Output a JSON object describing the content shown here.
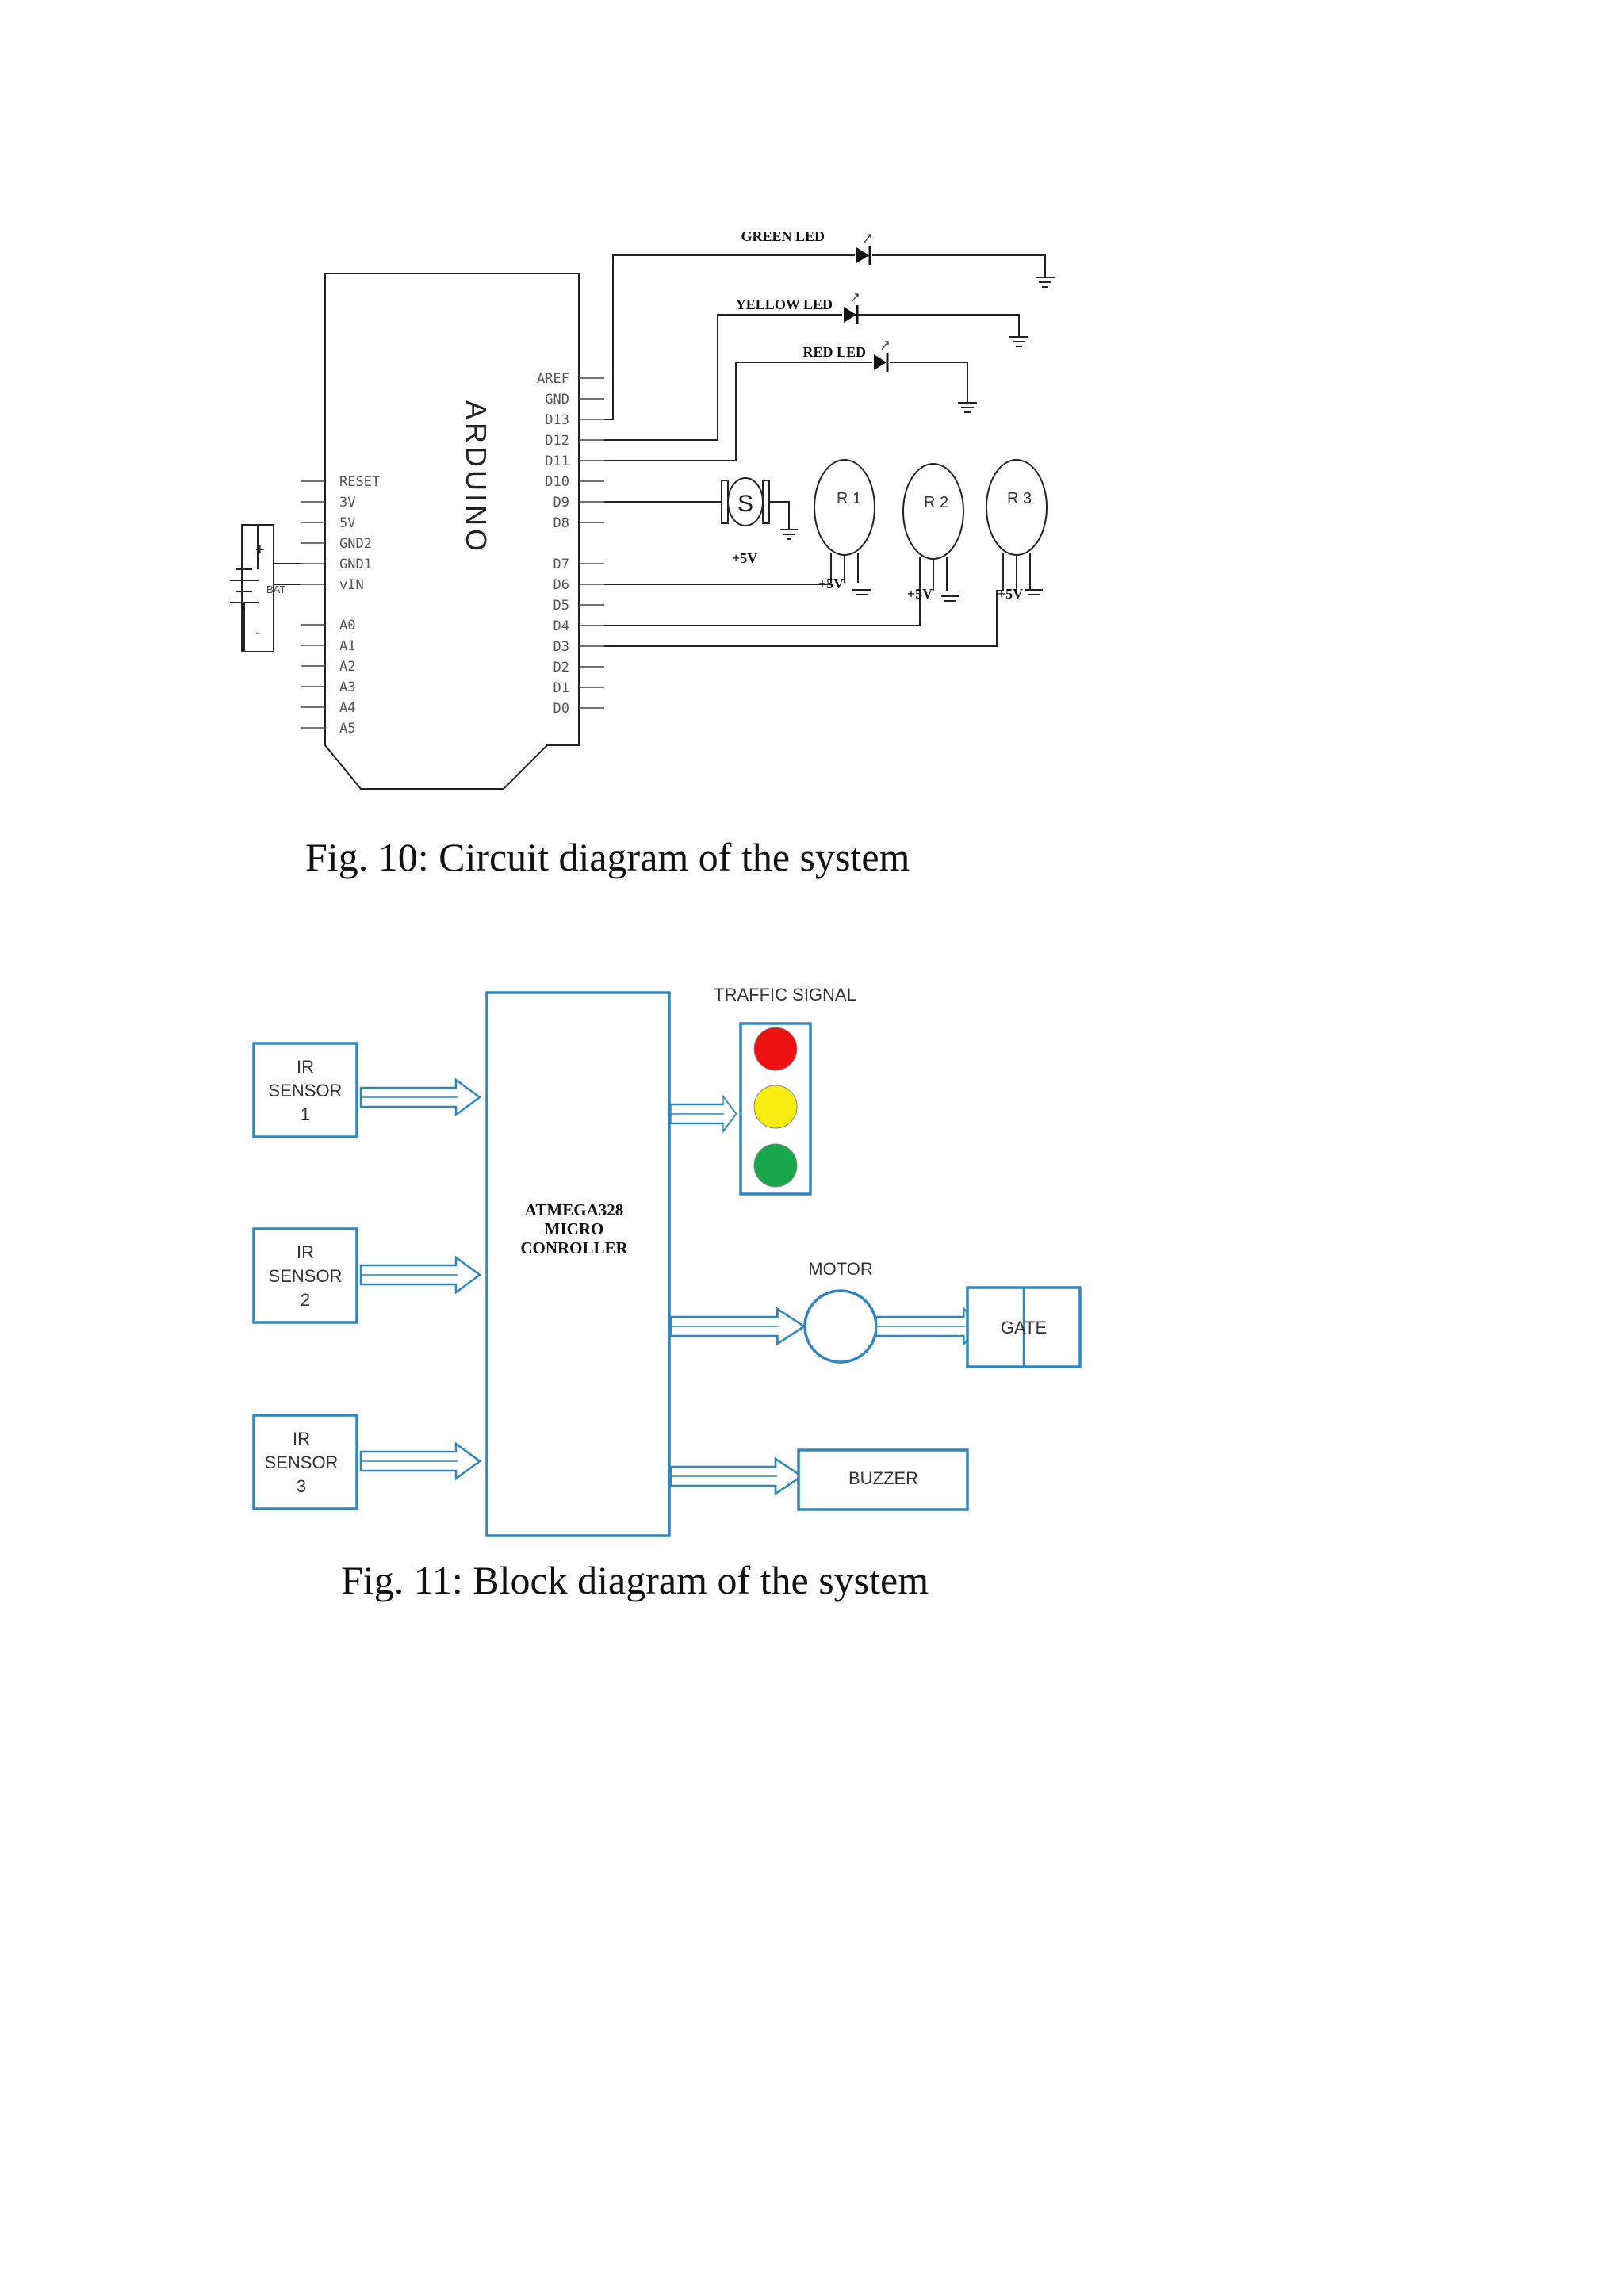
{
  "fig10": {
    "caption": "Fig. 10: Circuit diagram of the system",
    "arduino_label": "ARDUINO",
    "left_pins": [
      "RESET",
      "3V",
      "5V",
      "GND2",
      "GND1",
      "vIN",
      "A0",
      "A1",
      "A2",
      "A3",
      "A4",
      "A5"
    ],
    "right_pins": [
      "AREF",
      "GND",
      "D13",
      "D12",
      "D11",
      "D10",
      "D9",
      "D8",
      "D7",
      "D6",
      "D5",
      "D4",
      "D3",
      "D2",
      "D1",
      "D0"
    ],
    "battery_plus": "+",
    "battery_minus": "-",
    "battery_label": "BAT",
    "leds": {
      "green": "GREEN LED",
      "yellow": "YELLOW LED",
      "red": "RED LED"
    },
    "motor_symbol": "S",
    "motor_voltage": "+5V",
    "sensors": [
      {
        "label": "R 1",
        "voltage": "+5V"
      },
      {
        "label": "R 2",
        "voltage": "+5V"
      },
      {
        "label": "R 3",
        "voltage": "+5V"
      }
    ]
  },
  "fig11": {
    "caption": "Fig. 11: Block diagram of the system",
    "sensors": [
      {
        "line1": "IR",
        "line2": "SENSOR",
        "line3": "1"
      },
      {
        "line1": "IR",
        "line2": "SENSOR",
        "line3": "2"
      },
      {
        "line1": "IR",
        "line2": "SENSOR",
        "line3": "3"
      }
    ],
    "mcu": {
      "line1": "ATMEGA328",
      "line2": "MICRO",
      "line3": "CONROLLER"
    },
    "traffic_signal_label": "TRAFFIC SIGNAL",
    "motor_label": "MOTOR",
    "gate_label": "GATE",
    "buzzer_label": "BUZZER",
    "colors": {
      "red": "#ee1111",
      "yellow": "#f5ee10",
      "green": "#1aa64a",
      "line": "#2f86c0"
    }
  }
}
